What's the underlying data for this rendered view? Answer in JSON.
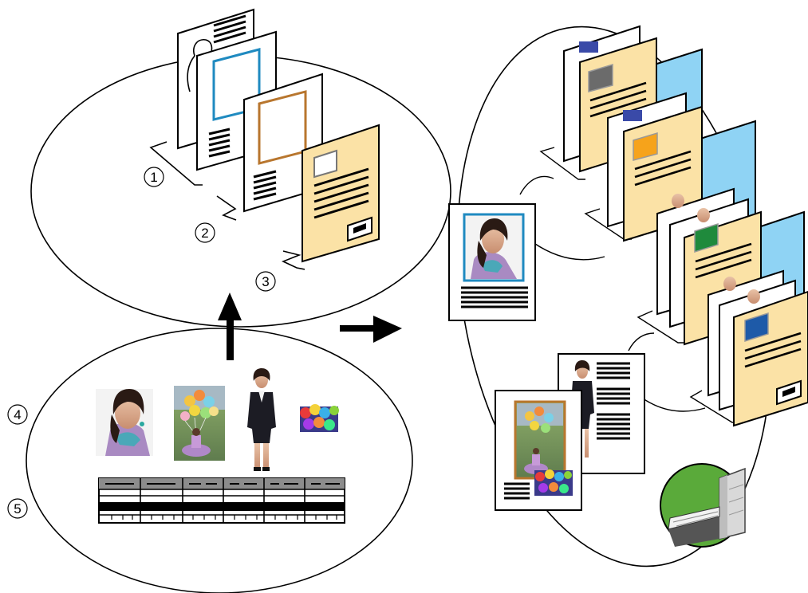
{
  "callouts": [
    {
      "id": "1",
      "label": "1"
    },
    {
      "id": "2",
      "label": "2"
    },
    {
      "id": "3",
      "label": "3"
    },
    {
      "id": "4",
      "label": "4"
    },
    {
      "id": "5",
      "label": "5"
    }
  ],
  "colors": {
    "stroke": "#000000",
    "page": "#ffffff",
    "tan": "#fbe2a6",
    "blue_frame": "#1f8ac0",
    "brown_frame": "#b8762e",
    "sky": "#8fd3f4",
    "grey_box": "#6b6b6b",
    "orange_box": "#f6a31b",
    "green_box": "#1f8a3c",
    "navy_box": "#1e5aa8",
    "badge_green": "#5aaa3a",
    "photo_purple": "#7a5a9c",
    "photo_teal": "#4aa8b8"
  },
  "icons": {
    "up_arrow": "arrow-up-icon",
    "right_arrow": "arrow-right-icon",
    "printer_badge": "printer-badge-icon"
  }
}
